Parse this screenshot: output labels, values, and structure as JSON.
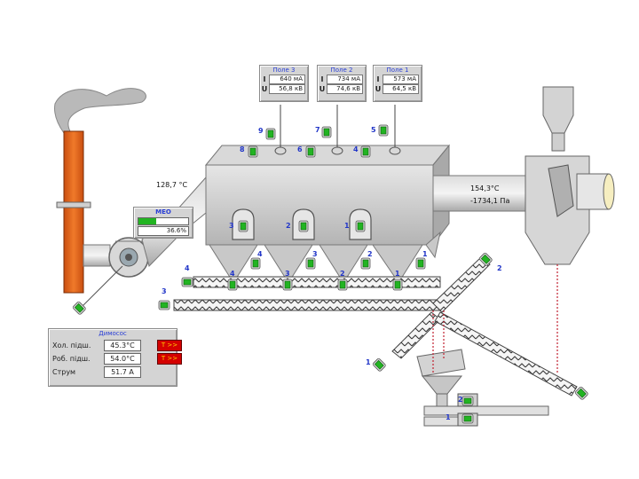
{
  "fields": [
    {
      "title": "Поле 3",
      "i_label": "I",
      "i_value": "640 мА",
      "u_label": "U",
      "u_value": "56,8 кВ"
    },
    {
      "title": "Поле 2",
      "i_label": "I",
      "i_value": "734 мА",
      "u_label": "U",
      "u_value": "74,6 кВ"
    },
    {
      "title": "Поле 1",
      "i_label": "I",
      "i_value": "573 мА",
      "u_label": "U",
      "u_value": "64,5 кВ"
    }
  ],
  "readouts": {
    "inlet_temp": "128,7 °C",
    "outlet_temp": "154,3°C",
    "outlet_pressure": "-1734,1 Па"
  },
  "meo": {
    "title": "МЕО",
    "value": "36.6%",
    "level": 0.366
  },
  "sensor_numbers": {
    "top": [
      "9",
      "8",
      "7",
      "6",
      "4",
      "5"
    ],
    "fields": [
      "3",
      "2",
      "1"
    ],
    "hoppers": [
      "4",
      "3",
      "2",
      "1"
    ],
    "hopper_small": [
      "4",
      "3",
      "2",
      "1"
    ],
    "conveyor": [
      "4",
      "3"
    ],
    "right": [
      "2",
      "1",
      "1",
      "2"
    ]
  },
  "smoke_panel": {
    "title": "Димосос",
    "rows": [
      {
        "label": "Хол. підш.",
        "value": "45.3°C",
        "btn": "T >>"
      },
      {
        "label": "Роб. підш.",
        "value": "54.0°C",
        "btn": "T >>"
      },
      {
        "label": "Струм",
        "value": "51.7 А",
        "btn": ""
      }
    ]
  },
  "colors": {
    "chimney": "#e8651a",
    "sensor": "#22b422",
    "accent": "#2a3fd6",
    "alarm": "#d40000"
  }
}
